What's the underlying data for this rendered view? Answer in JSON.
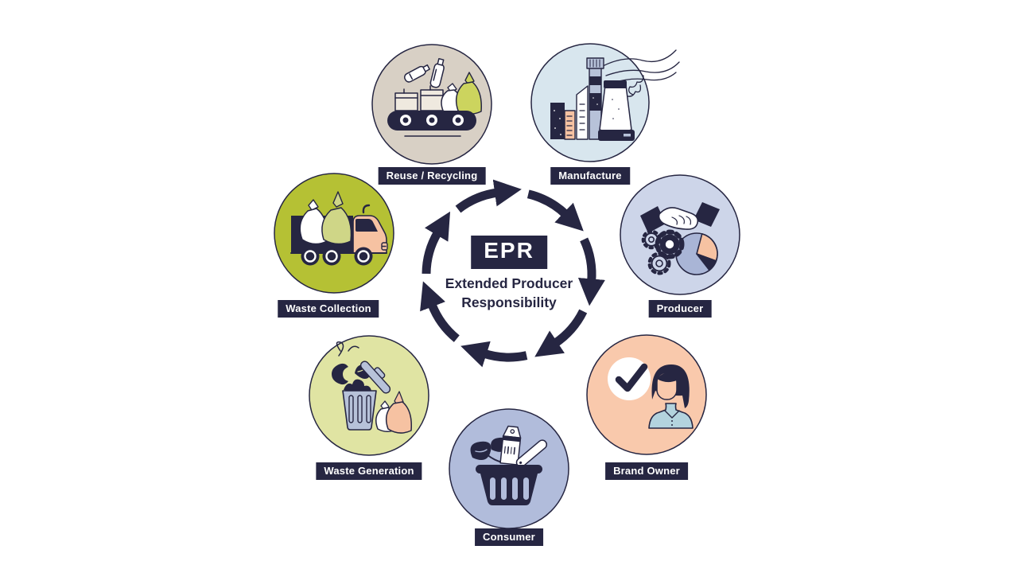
{
  "diagram": {
    "title_badge": "EPR",
    "subtitle_line1": "Extended Producer",
    "subtitle_line2": "Responsibility",
    "flow_direction": "clockwise",
    "nodes": [
      {
        "id": "reuse-recycling",
        "label": "Reuse / Recycling",
        "icon": "conveyor-belt-icon",
        "circle_color": "#d8d0c5"
      },
      {
        "id": "manufacture",
        "label": "Manufacture",
        "icon": "factory-icon",
        "circle_color": "#d8e6ee"
      },
      {
        "id": "producer",
        "label": "Producer",
        "icon": "handshake-gears-piechart-icon",
        "circle_color": "#cdd5e9"
      },
      {
        "id": "brand-owner",
        "label": "Brand Owner",
        "icon": "person-checkmark-icon",
        "circle_color": "#f9c9ac"
      },
      {
        "id": "consumer",
        "label": "Consumer",
        "icon": "shopping-basket-icon",
        "circle_color": "#b1bcdb"
      },
      {
        "id": "waste-generation",
        "label": "Waste Generation",
        "icon": "trash-bin-icon",
        "circle_color": "#e0e4a3"
      },
      {
        "id": "waste-collection",
        "label": "Waste Collection",
        "icon": "garbage-truck-icon",
        "circle_color": "#b5c134"
      }
    ],
    "colors": {
      "ink": "#262642",
      "background": "#ffffff",
      "bag_green": "#ccd45e",
      "bag_green_light": "#cfd687",
      "steel_blue": "#b7c2d9",
      "peach_accent": "#f6c2a2",
      "shirt_blue": "#b3d3de",
      "pie_blue": "#a9b5d6",
      "box_beige": "#efe9df",
      "white": "#ffffff"
    }
  }
}
